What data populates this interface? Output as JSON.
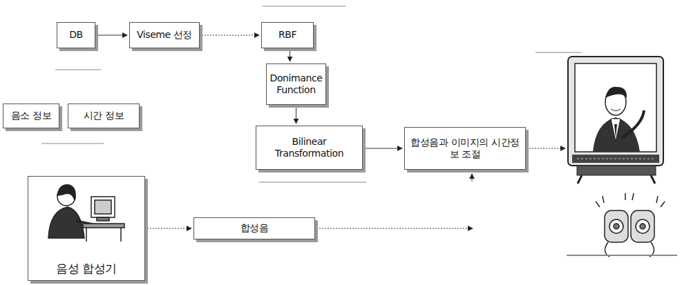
{
  "diagram": {
    "nodes": [
      {
        "text": [
          "DB"
        ]
      },
      {
        "text": [
          "Viseme 선정"
        ]
      },
      {
        "text": [
          "RBF"
        ]
      },
      {
        "text": [
          "Donimance Function"
        ]
      },
      {
        "text": [
          "음소 정보"
        ]
      },
      {
        "text": [
          "시간 정보"
        ]
      },
      {
        "text": [
          "Bilinear Transformation"
        ]
      },
      {
        "text": [
          "합성음과 이미지의 시간정보 조절"
        ]
      },
      {
        "text": [
          "음성 합성기"
        ]
      },
      {
        "text": [
          "합성음"
        ]
      }
    ],
    "edges": [
      {
        "from": 0,
        "to": 1,
        "arrow": "to"
      },
      {
        "from": 1,
        "to": 2,
        "arrow": "to"
      },
      {
        "from": 2,
        "to": 3,
        "arrow": "to"
      },
      {
        "from": 3,
        "to": 6,
        "arrow": "to"
      },
      {
        "from": 6,
        "to": 7,
        "arrow": "to"
      },
      {
        "from": 8,
        "to": 9,
        "arrow": "to"
      }
    ]
  }
}
